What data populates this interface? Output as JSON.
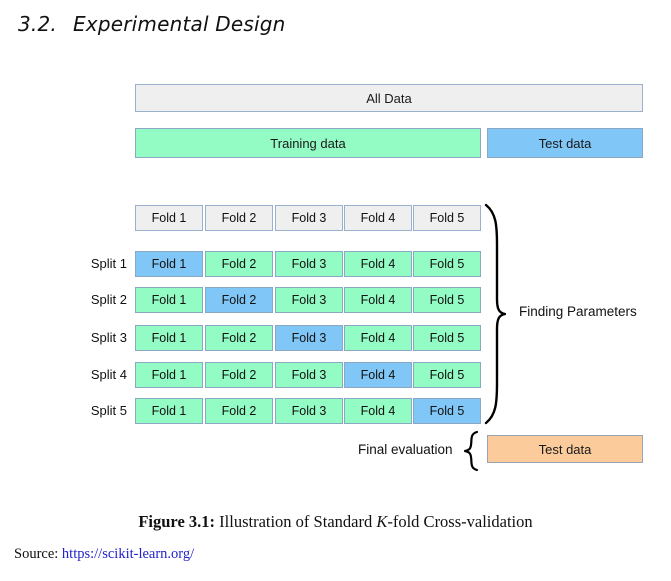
{
  "heading": {
    "number": "3.2.",
    "title": "Experimental Design"
  },
  "figure": {
    "all_data_label": "All Data",
    "training_label": "Training data",
    "test_label": "Test data",
    "fold_header": [
      "Fold 1",
      "Fold 2",
      "Fold 3",
      "Fold 4",
      "Fold 5"
    ],
    "splits": [
      {
        "label": "Split 1",
        "cells": [
          {
            "text": "Fold 1",
            "role": "test"
          },
          {
            "text": "Fold 2",
            "role": "train"
          },
          {
            "text": "Fold 3",
            "role": "train"
          },
          {
            "text": "Fold 4",
            "role": "train"
          },
          {
            "text": "Fold 5",
            "role": "train"
          }
        ]
      },
      {
        "label": "Split 2",
        "cells": [
          {
            "text": "Fold 1",
            "role": "train"
          },
          {
            "text": "Fold 2",
            "role": "test"
          },
          {
            "text": "Fold 3",
            "role": "train"
          },
          {
            "text": "Fold 4",
            "role": "train"
          },
          {
            "text": "Fold 5",
            "role": "train"
          }
        ]
      },
      {
        "label": "Split 3",
        "cells": [
          {
            "text": "Fold 1",
            "role": "train"
          },
          {
            "text": "Fold 2",
            "role": "train"
          },
          {
            "text": "Fold 3",
            "role": "test"
          },
          {
            "text": "Fold 4",
            "role": "train"
          },
          {
            "text": "Fold 5",
            "role": "train"
          }
        ]
      },
      {
        "label": "Split 4",
        "cells": [
          {
            "text": "Fold 1",
            "role": "train"
          },
          {
            "text": "Fold 2",
            "role": "train"
          },
          {
            "text": "Fold 3",
            "role": "train"
          },
          {
            "text": "Fold 4",
            "role": "test"
          },
          {
            "text": "Fold 5",
            "role": "train"
          }
        ]
      },
      {
        "label": "Split 5",
        "cells": [
          {
            "text": "Fold 1",
            "role": "train"
          },
          {
            "text": "Fold 2",
            "role": "train"
          },
          {
            "text": "Fold 3",
            "role": "train"
          },
          {
            "text": "Fold 4",
            "role": "train"
          },
          {
            "text": "Fold 5",
            "role": "test"
          }
        ]
      }
    ],
    "finding_parameters_label": "Finding Parameters",
    "final_evaluation_label": "Final evaluation",
    "final_test_label": "Test data",
    "colors": {
      "all_data": "#efefef",
      "training": "#93fbc4",
      "test": "#80c6f6",
      "final_test": "#fbcb9b",
      "border": "#8aa7c4"
    }
  },
  "caption": {
    "label": "Figure 3.1:",
    "text_before_k": " Illustration of Standard ",
    "k": "K",
    "text_after_k": "-fold Cross-validation"
  },
  "source": {
    "prefix": "Source:",
    "url": "https://scikit-learn.org/"
  }
}
